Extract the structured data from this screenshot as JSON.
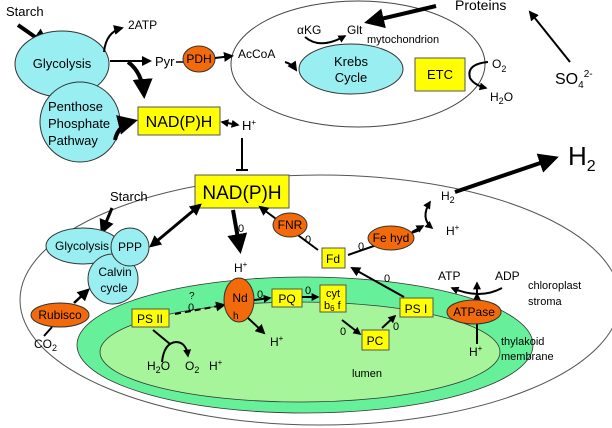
{
  "colors": {
    "cyan": "#99EEF2",
    "orange": "#F26A0A",
    "yellow": "#FFFF00",
    "thylakoid_outer": "#66F09A",
    "lumen": "#A6F59A"
  },
  "top": {
    "starch": "Starch",
    "atp2": "2ATP",
    "glycolysis": "Glycolysis",
    "ppp_line1": "Penthose",
    "ppp_line2": "Phosphate",
    "ppp_line3": "Pathway",
    "pyr": "Pyr",
    "pdh": "PDH",
    "accoa": "AcCoA",
    "nadph": "NAD(P)H",
    "h_plus": "H",
    "plus": "+",
    "proteins": "Proteins",
    "so4": "SO",
    "so4_sub": "4",
    "so4_sup": "2-"
  },
  "mito": {
    "akg": "αKG",
    "glt": "Glt",
    "label": "mytochondrion",
    "krebs1": "Krebs",
    "krebs2": "Cycle",
    "etc": "ETC",
    "o2": "O",
    "o2_sub": "2",
    "h2o_h": "H",
    "h2o_sub": "2",
    "h2o_o": "O"
  },
  "chloro": {
    "nadph": "NAD(P)H",
    "h2_big": "H",
    "h2_big_sub": "2",
    "starch": "Starch",
    "glycolysis": "Glycolysis",
    "ppp": "PPP",
    "calvin1": "Calvin",
    "calvin2": "cycle",
    "rubisco": "Rubisco",
    "co2": "CO",
    "co2_sub": "2",
    "fnr": "FNR",
    "fd": "Fd",
    "fehyd": "Fe hyd",
    "h2": "H",
    "h2_sub": "2",
    "h_plus": "H",
    "plus": "+",
    "nd": "Nd",
    "nd_sub": "h",
    "pq": "PQ",
    "cyt1": "cyt",
    "cyt2": "b",
    "cyt2_sub": "6",
    "cyt2_f": " f",
    "pc": "PC",
    "psii": "PS II",
    "psi": "PS I",
    "atpase": "ATPase",
    "atp": "ATP",
    "adp": "ADP",
    "stroma1": "chloroplast",
    "stroma2": "stroma",
    "thyl1": "thylakoid",
    "thyl2": "membrane",
    "lumen": "lumen",
    "h2o_h": "H",
    "h2o_sub": "2",
    "h2o_o": "O",
    "o2": "O",
    "o2_sub": "2",
    "question": "?",
    "zero": "0"
  }
}
